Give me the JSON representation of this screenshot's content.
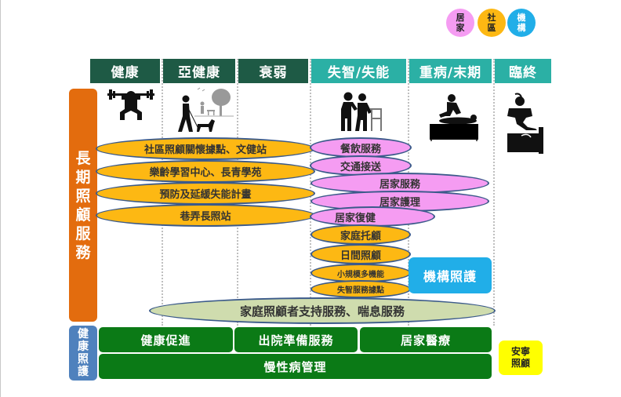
{
  "legend": [
    {
      "label": "居家",
      "color": "#f59cf2",
      "text_color": "#222222"
    },
    {
      "label": "社區",
      "color": "#fdb813",
      "text_color": "#222222"
    },
    {
      "label": "機構",
      "color": "#21aee8",
      "text_color": "#ffffff"
    }
  ],
  "columns": [
    {
      "label": "健康",
      "style": "dark",
      "icon": "weightlifting-icon"
    },
    {
      "label": "亞健康",
      "style": "dark",
      "icon": "dog-walking-icon"
    },
    {
      "label": "衰弱",
      "style": "dark",
      "icon": ""
    },
    {
      "label": "失智/失能",
      "style": "teal",
      "icon": "walker-assist-icon"
    },
    {
      "label": "重病/末期",
      "style": "teal",
      "icon": "bedside-care-icon"
    },
    {
      "label": "臨終",
      "style": "teal",
      "icon": "end-of-life-icon"
    }
  ],
  "side_labels": {
    "long_term_care": "長期照顧服務",
    "health_care": "健康照護"
  },
  "community_services": [
    "社區照顧關懷據點、文健站",
    "樂齡學習中心、長青學苑",
    "預防及延緩失能計畫",
    "巷弄長照站"
  ],
  "dementia_services": [
    {
      "label": "餐飲服務",
      "type": "home"
    },
    {
      "label": "交通接送",
      "type": "home"
    },
    {
      "label": "居家服務",
      "type": "home"
    },
    {
      "label": "居家護理",
      "type": "home"
    },
    {
      "label": "居家復健",
      "type": "home"
    },
    {
      "label": "家庭托顧",
      "type": "community"
    },
    {
      "label": "日間照顧",
      "type": "community"
    },
    {
      "label": "小規模多機能",
      "type": "community"
    },
    {
      "label": "失智服務據點",
      "type": "community"
    }
  ],
  "institutional_care": "機構照護",
  "caregiver_support": "家庭照顧者支持服務、喘息服務",
  "health_care_bars": {
    "health_promotion": "健康促進",
    "discharge_planning": "出院準備服務",
    "home_medical": "居家醫療",
    "chronic_disease": "慢性病管理"
  },
  "hospice": "安寧照顧",
  "colors": {
    "header_dark": "#1e5a45",
    "header_teal": "#2bb0a5",
    "ltc_side": "#e36c0e",
    "hc_side": "#4f81bd",
    "green_bar": "#0b7a16",
    "hospice": "#ffff00"
  }
}
